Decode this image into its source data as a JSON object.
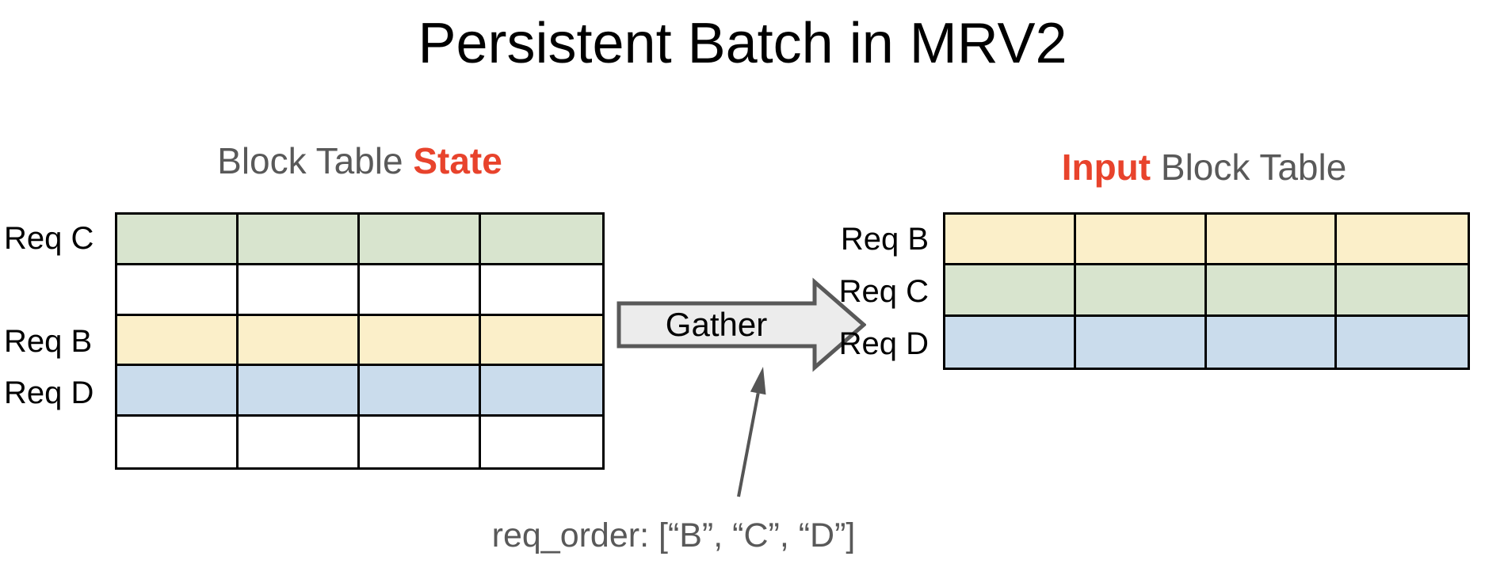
{
  "title": "Persistent Batch in MRV2",
  "colors": {
    "heading_gray": "#595959",
    "accent_red": "#E8432C",
    "row_green": "#D8E4CE",
    "row_yellow": "#FBEFC9",
    "row_blue": "#CADCEC",
    "row_white": "#FFFFFF",
    "gather_fill": "#ECECEC",
    "gather_stroke": "#595959",
    "pointer_gray": "#555555",
    "grid_black": "#000000"
  },
  "state_table": {
    "heading_prefix": "Block Table ",
    "heading_highlight": "State",
    "columns": 4,
    "rows": [
      {
        "label": "Req C",
        "color": "#D8E4CE"
      },
      {
        "label": "",
        "color": "#FFFFFF"
      },
      {
        "label": "Req B",
        "color": "#FBEFC9"
      },
      {
        "label": "Req D",
        "color": "#CADCEC"
      },
      {
        "label": "",
        "color": "#FFFFFF"
      }
    ]
  },
  "gather": {
    "label": "Gather"
  },
  "input_table": {
    "heading_highlight": "Input",
    "heading_suffix": " Block Table",
    "columns": 4,
    "rows": [
      {
        "label": "Req B",
        "color": "#FBEFC9"
      },
      {
        "label": "Req C",
        "color": "#D8E4CE"
      },
      {
        "label": "Req D",
        "color": "#CADCEC"
      }
    ]
  },
  "annotation": {
    "text": "req_order: [“B”, “C”, “D”]"
  }
}
